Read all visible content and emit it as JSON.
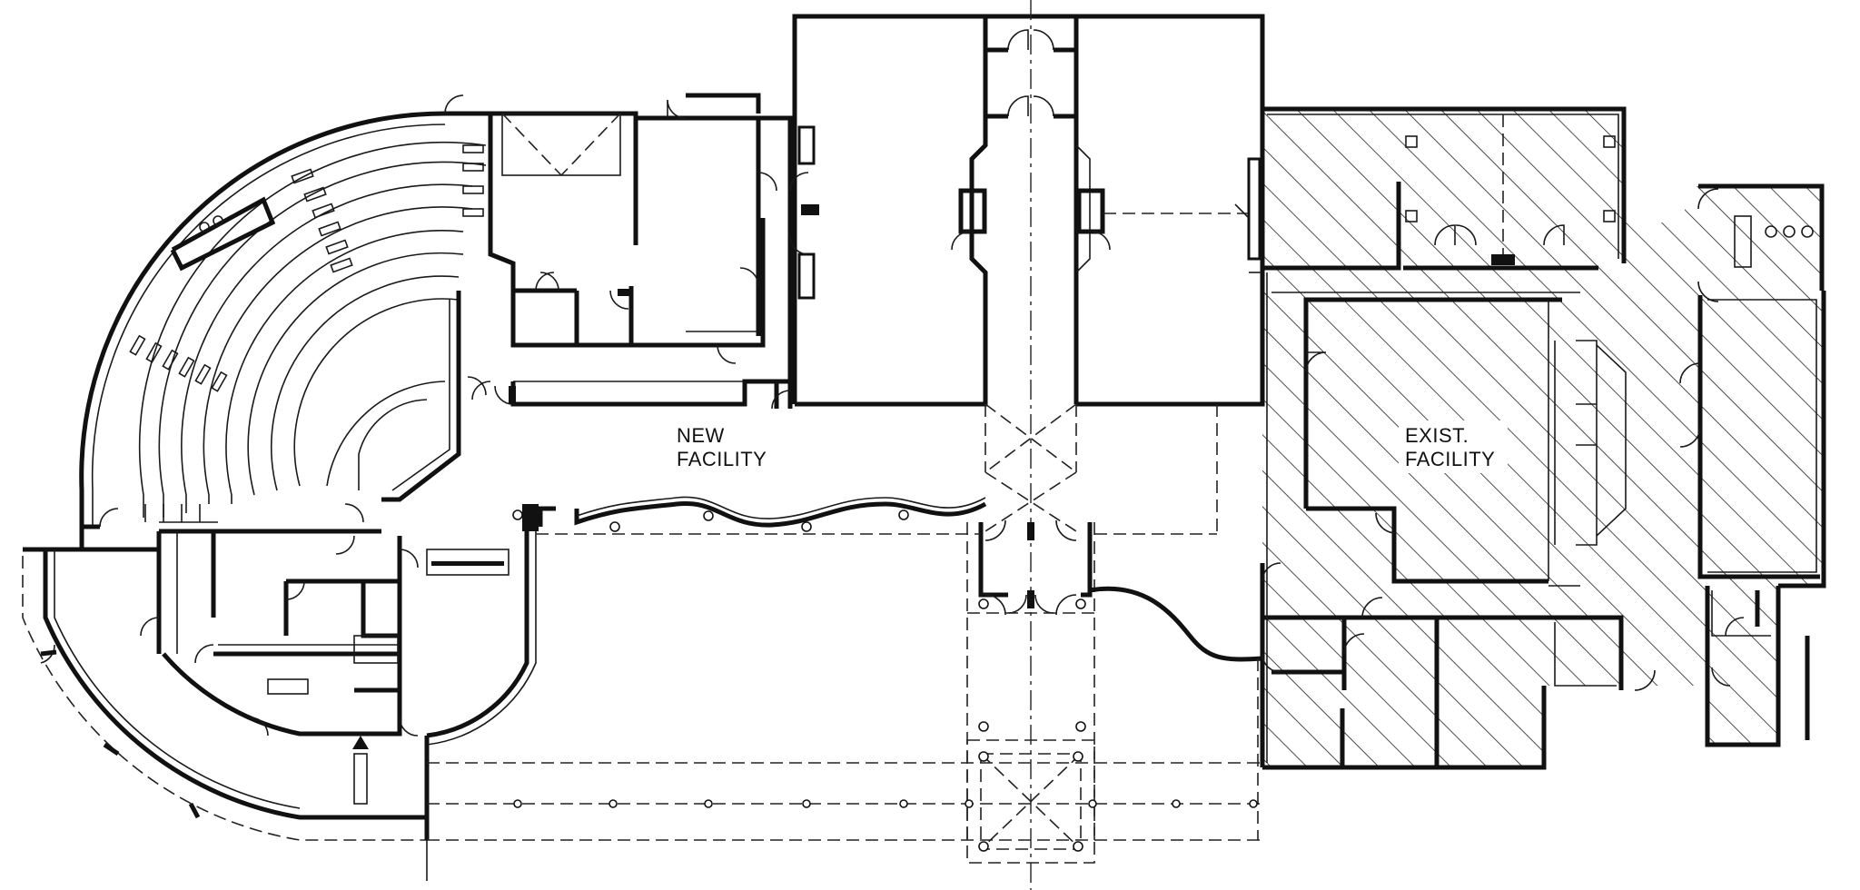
{
  "labels": {
    "new_facility_line1": "NEW",
    "new_facility_line2": "FACILITY",
    "exist_facility_line1": "EXIST.",
    "exist_facility_line2": "FACILITY"
  },
  "colors": {
    "line": "#111111",
    "background": "#ffffff",
    "hatch": "#222222"
  }
}
